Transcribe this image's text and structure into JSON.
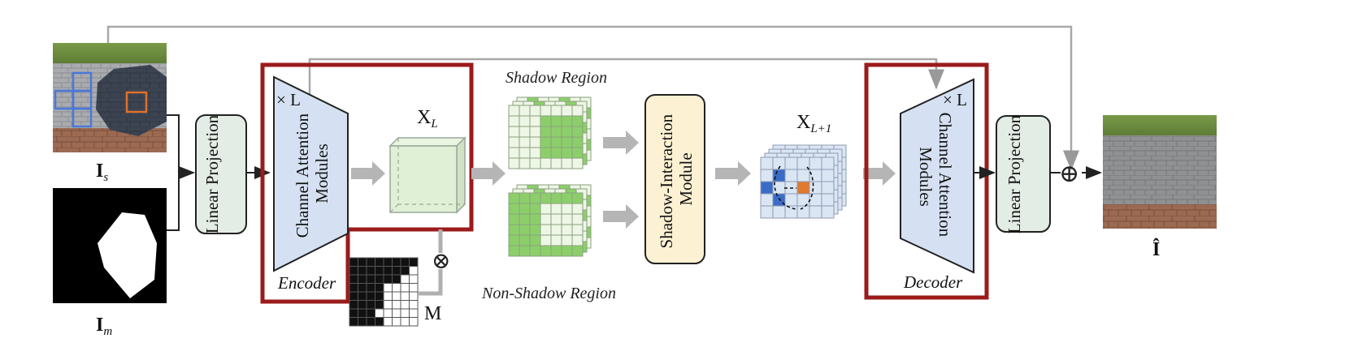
{
  "diagram": {
    "inputs": {
      "shadow_image_label": "I",
      "shadow_image_sub": "s",
      "mask_image_label": "I",
      "mask_image_sub": "m",
      "output_label": "Î"
    },
    "modules": {
      "linear_projection_in": "Linear Projection",
      "encoder_inner": [
        "Channel Attention",
        "Modules"
      ],
      "encoder_repeat": "× L",
      "encoder_caption": "Encoder",
      "shadow_interaction": [
        "Shadow-Interaction",
        "Module"
      ],
      "decoder_inner": [
        "Channel Attention",
        "Modules"
      ],
      "decoder_repeat": "× L",
      "decoder_caption": "Decoder",
      "linear_projection_out": "Linear Projection"
    },
    "features": {
      "xl_label": "X",
      "xl_sub": "L",
      "xl1_label": "X",
      "xl1_sub": "L+1",
      "shadow_region": "Shadow Region",
      "non_shadow_region": "Non-Shadow Region",
      "mask_label": "M",
      "multiply_symbol": "⊗",
      "add_symbol": "⊕"
    },
    "colors": {
      "highlight_box": "#9b1b1b",
      "trapezoid_fill": "#d5e1f2",
      "projection_fill": "#e4ece6",
      "sim_fill": "#fdf1d3",
      "cube_fill": "#dff0d6",
      "green_cell": "#8ccf6a",
      "light_cell": "#eef6e6",
      "blue_cell": "#3a6bc7",
      "orange_cell": "#e07a2e",
      "arrow_gray": "#b0b0b0"
    }
  }
}
